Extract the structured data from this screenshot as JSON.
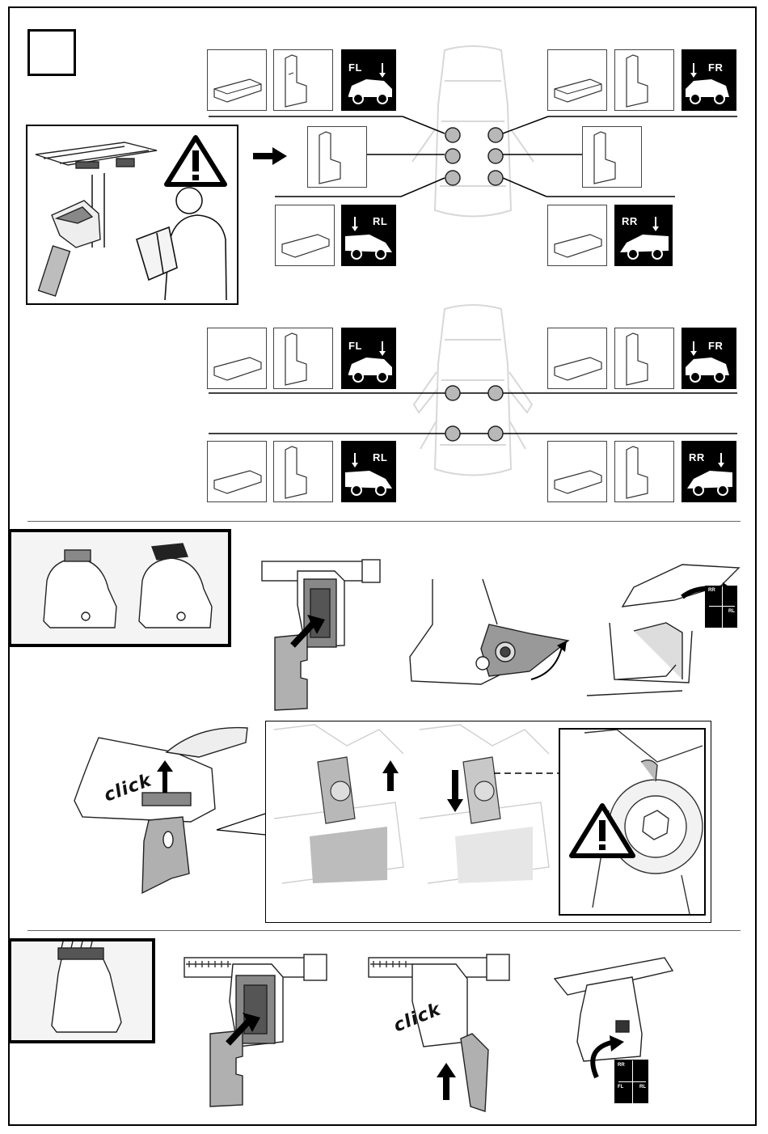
{
  "step_box": {
    "number": ""
  },
  "positions": {
    "front_left": "FL",
    "front_right": "FR",
    "rear_left": "RL",
    "rear_right": "RR"
  },
  "click_labels": [
    "click",
    "click"
  ],
  "colors": {
    "ink": "#000000",
    "fill_gray": "#b0b0b0",
    "circle_gray": "#b8b8b8",
    "outline_light": "#d6d6d6"
  },
  "icons": [
    "warning-icon",
    "arrow-right-icon",
    "arrow-up-icon",
    "arrow-down-icon",
    "rotate-arrow-icon"
  ]
}
